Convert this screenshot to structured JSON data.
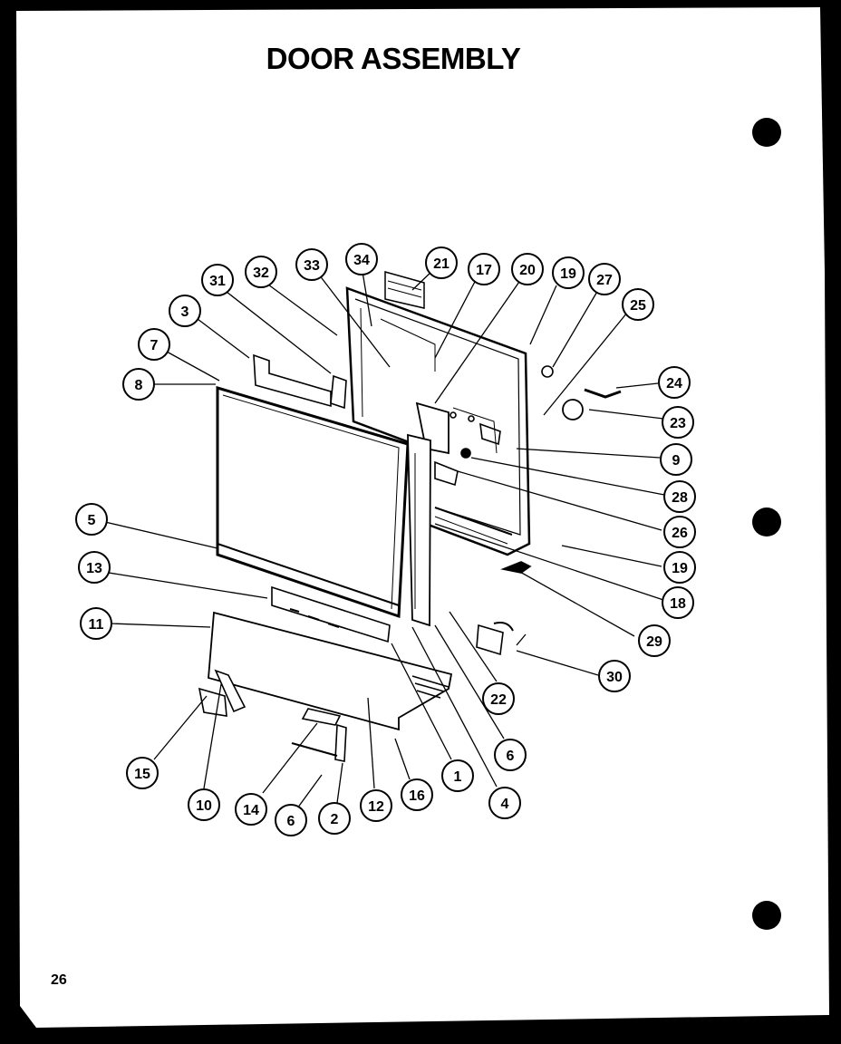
{
  "title": "DOOR ASSEMBLY",
  "page_number": "26",
  "callouts": [
    "34",
    "21",
    "17",
    "20",
    "19",
    "27",
    "33",
    "32",
    "31",
    "3",
    "7",
    "8",
    "25",
    "24",
    "23",
    "9",
    "28",
    "26",
    "5",
    "19",
    "13",
    "18",
    "11",
    "29",
    "30",
    "22",
    "6",
    "1",
    "15",
    "10",
    "14",
    "6",
    "2",
    "12",
    "16",
    "4"
  ]
}
